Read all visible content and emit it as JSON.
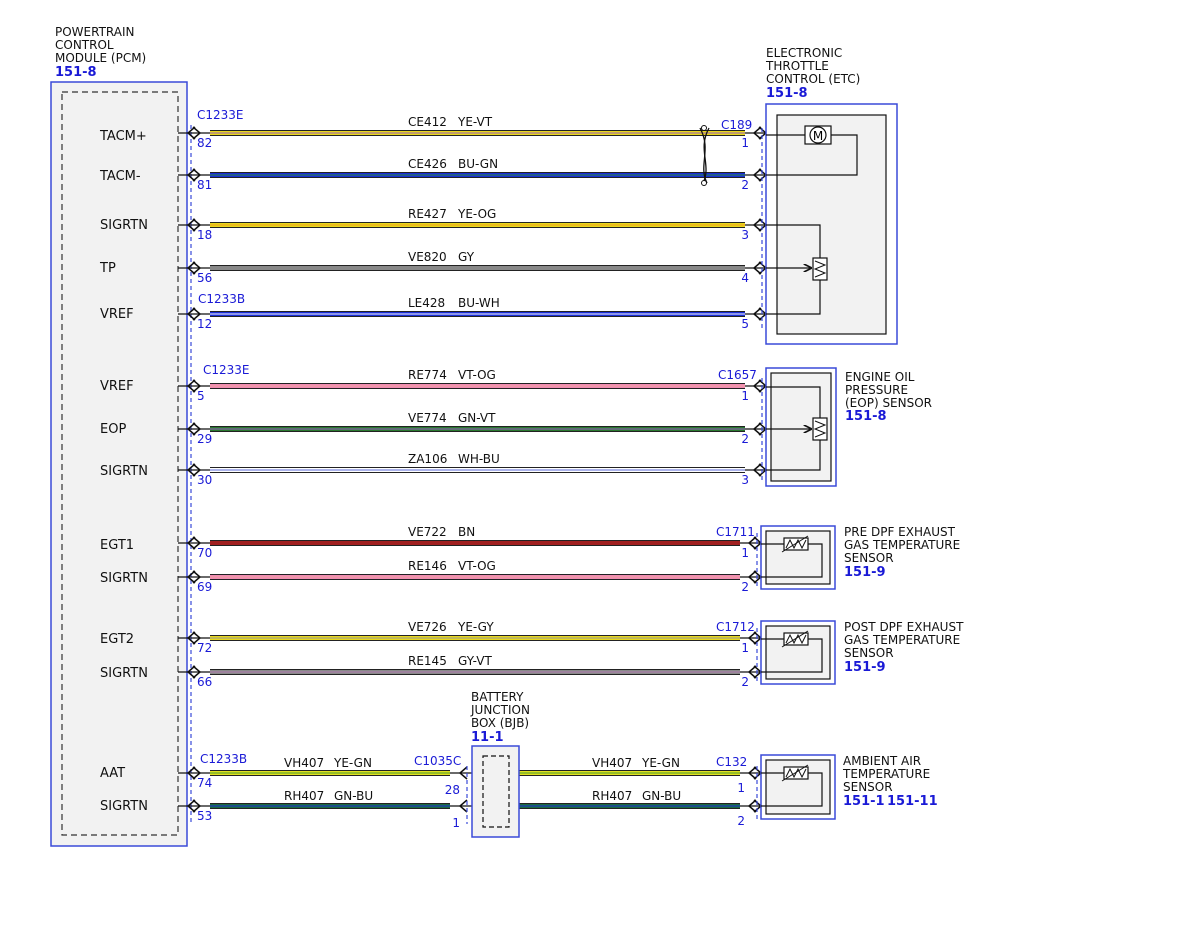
{
  "pcm": {
    "title_lines": [
      "POWERTRAIN",
      "CONTROL",
      "MODULE (PCM)"
    ],
    "ref": "151-8",
    "signals": [
      "TACM+",
      "TACM-",
      "SIGRTN",
      "TP",
      "VREF",
      "VREF",
      "EOP",
      "SIGRTN",
      "EGT1",
      "SIGRTN",
      "EGT2",
      "SIGRTN",
      "AAT",
      "SIGRTN"
    ]
  },
  "pcm_connectors": [
    "C1233E",
    "C1233B",
    "C1233E",
    "C1233B"
  ],
  "wires": [
    {
      "circuit": "CE412",
      "color": "YE-VT",
      "pcm_pin": "82",
      "dev_pin": "1",
      "hex": "#e8d81a",
      "stripe": "#9a5fc0"
    },
    {
      "circuit": "CE426",
      "color": "BU-GN",
      "pcm_pin": "81",
      "dev_pin": "2",
      "hex": "#1a2ed8",
      "stripe": "#2a8a3a"
    },
    {
      "circuit": "RE427",
      "color": "YE-OG",
      "pcm_pin": "18",
      "dev_pin": "3",
      "hex": "#e8d81a",
      "stripe": "#f0a020"
    },
    {
      "circuit": "VE820",
      "color": "GY",
      "pcm_pin": "56",
      "dev_pin": "4",
      "hex": "#888888",
      "stripe": "#888888"
    },
    {
      "circuit": "LE428",
      "color": "BU-WH",
      "pcm_pin": "12",
      "dev_pin": "5",
      "hex": "#1a2ed8",
      "stripe": "#ffffff"
    },
    {
      "circuit": "RE774",
      "color": "VT-OG",
      "pcm_pin": "5",
      "dev_pin": "1",
      "hex": "#f08cb4",
      "stripe": "#f0a0a0"
    },
    {
      "circuit": "VE774",
      "color": "GN-VT",
      "pcm_pin": "29",
      "dev_pin": "2",
      "hex": "#2a7a30",
      "stripe": "#9a5fc0"
    },
    {
      "circuit": "ZA106",
      "color": "WH-BU",
      "pcm_pin": "30",
      "dev_pin": "3",
      "hex": "#ffffff",
      "stripe": "#5a6ad8"
    },
    {
      "circuit": "VE722",
      "color": "BN",
      "pcm_pin": "70",
      "dev_pin": "1",
      "hex": "#a02020",
      "stripe": "#a02020"
    },
    {
      "circuit": "RE146",
      "color": "VT-OG",
      "pcm_pin": "69",
      "dev_pin": "2",
      "hex": "#f08cb4",
      "stripe": "#f0a0a0"
    },
    {
      "circuit": "VE726",
      "color": "YE-GY",
      "pcm_pin": "72",
      "dev_pin": "1",
      "hex": "#e8d81a",
      "stripe": "#999999"
    },
    {
      "circuit": "RE145",
      "color": "GY-VT",
      "pcm_pin": "66",
      "dev_pin": "2",
      "hex": "#8a8a8a",
      "stripe": "#b07ab0"
    }
  ],
  "bjb_wires": [
    {
      "circuit": "VH407",
      "color": "YE-GN",
      "pcm_pin": "74",
      "bjb_pin": "28",
      "dev_pin": "1",
      "hex": "#e0e020",
      "stripe": "#4a9a30"
    },
    {
      "circuit": "RH407",
      "color": "GN-BU",
      "pcm_pin": "53",
      "bjb_pin": "1",
      "dev_pin": "2",
      "hex": "#1a6a40",
      "stripe": "#1a2ed8"
    }
  ],
  "bjb": {
    "title_lines": [
      "BATTERY",
      "JUNCTION",
      "BOX (BJB)"
    ],
    "ref": "11-1",
    "connector": "C1035C"
  },
  "devices": [
    {
      "connector": "C189",
      "title_lines": [
        "ELECTRONIC",
        "THROTTLE",
        "CONTROL (ETC)"
      ],
      "refs": [
        "151-8"
      ]
    },
    {
      "connector": "C1657",
      "title_lines": [
        "ENGINE OIL",
        "PRESSURE",
        "(EOP) SENSOR"
      ],
      "refs": [
        "151-8"
      ]
    },
    {
      "connector": "C1711",
      "title_lines": [
        "PRE DPF EXHAUST",
        "GAS TEMPERATURE",
        "SENSOR"
      ],
      "refs": [
        "151-9"
      ]
    },
    {
      "connector": "C1712",
      "title_lines": [
        "POST DPF EXHAUST",
        "GAS TEMPERATURE",
        "SENSOR"
      ],
      "refs": [
        "151-9"
      ]
    },
    {
      "connector": "C132",
      "title_lines": [
        "AMBIENT AIR",
        "TEMPERATURE",
        "SENSOR"
      ],
      "refs": [
        "151-1",
        "151-11"
      ]
    }
  ],
  "motor_symbol": "M",
  "colors": {
    "outline_blue": "#3a4ad8",
    "box_fill": "#f2f2f2",
    "text_blue": "#1a1ad6"
  }
}
